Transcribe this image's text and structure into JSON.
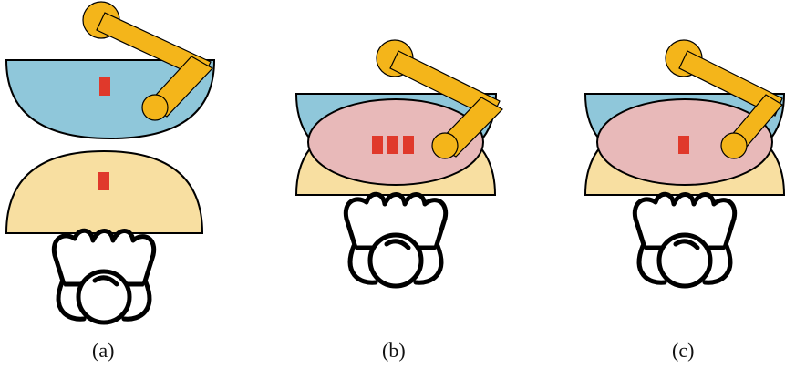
{
  "colors": {
    "robot_workspace": "#8fc7da",
    "human_workspace": "#f8dfa1",
    "shared_workspace": "#e8b9b9",
    "robot_arm": "#f4b51a",
    "task_block": "#e0392b",
    "outline": "#000000"
  },
  "panels": [
    {
      "caption": "(a)",
      "variant": "separate",
      "robot_blocks": 1,
      "human_blocks": 1,
      "shared_blocks": 0
    },
    {
      "caption": "(b)",
      "variant": "shared",
      "robot_blocks": 0,
      "human_blocks": 0,
      "shared_blocks": 3
    },
    {
      "caption": "(c)",
      "variant": "shared",
      "robot_blocks": 0,
      "human_blocks": 0,
      "shared_blocks": 1
    }
  ],
  "icons": {
    "robot": "robot-arm-icon",
    "human": "human-top-view-icon"
  }
}
